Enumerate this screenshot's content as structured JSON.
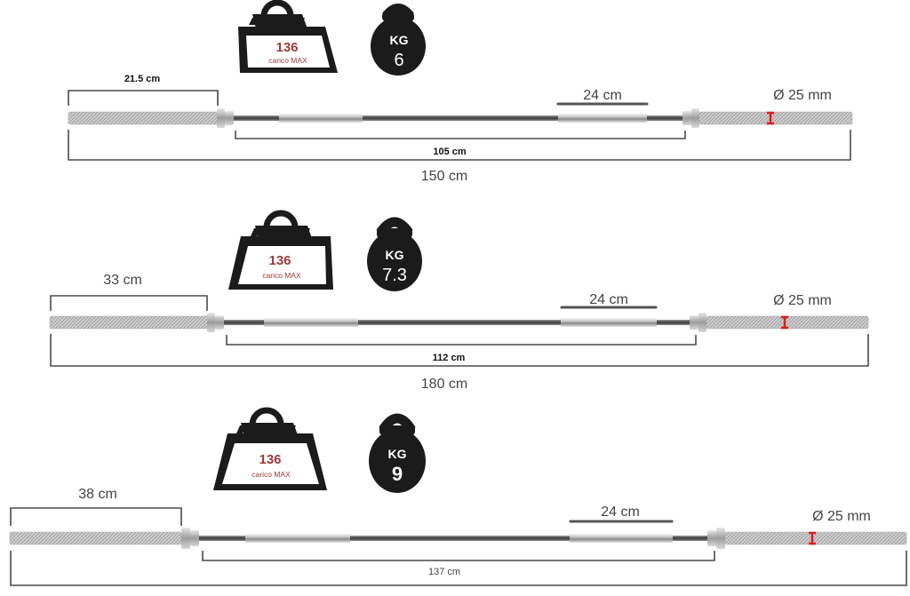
{
  "products": [
    {
      "capacity": {
        "value": "136",
        "caption": "carico MAX"
      },
      "weight": {
        "unit": "KG",
        "value": "6"
      },
      "dims": {
        "sleeve": "21.5 cm",
        "grip": "24 cm",
        "diameter": "Ø 25 mm",
        "inner": "105 cm",
        "total": "150 cm"
      }
    },
    {
      "capacity": {
        "value": "136",
        "caption": "carico MAX"
      },
      "weight": {
        "unit": "KG",
        "value": "7.3"
      },
      "dims": {
        "sleeve": "33 cm",
        "grip": "24 cm",
        "diameter": "Ø 25 mm",
        "inner": "112 cm",
        "total": "180 cm"
      }
    },
    {
      "capacity": {
        "value": "136",
        "caption": "carico MAX"
      },
      "weight": {
        "unit": "KG",
        "value": "9"
      },
      "dims": {
        "sleeve": "38 cm",
        "grip": "24 cm",
        "diameter": "Ø 25 mm",
        "inner": "137 cm",
        "total": ""
      }
    }
  ],
  "colors": {
    "icon": "#1b1b1b",
    "capacity_text": "#a03a3a",
    "diameter_mark": "#e01a1a",
    "bar_metal": "#cfcfcf",
    "dim_line": "#4a4a4a"
  }
}
